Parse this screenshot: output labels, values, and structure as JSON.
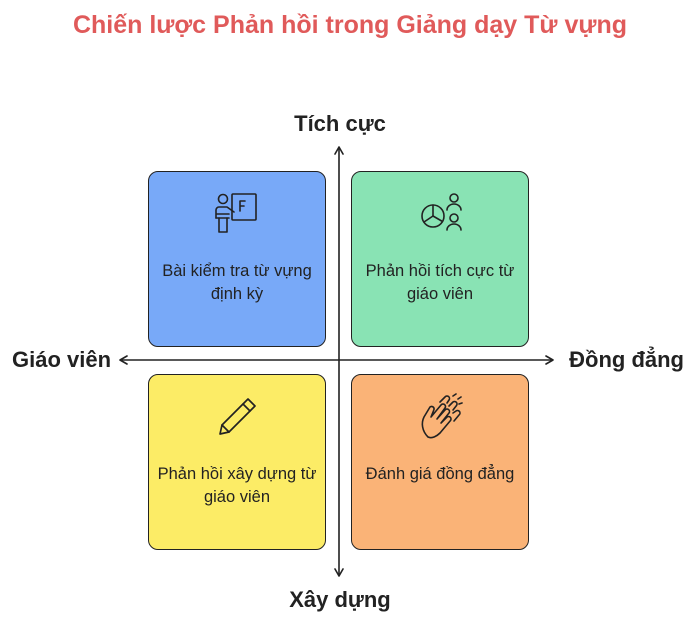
{
  "title": "Chiến lược Phản hồi trong Giảng dạy Từ vựng",
  "axes": {
    "top": "Tích cực",
    "bottom": "Xây dựng",
    "left": "Giáo viên",
    "right": "Đồng đẳng"
  },
  "quadrants": {
    "top_left": {
      "label": "Bài kiểm tra từ vựng định kỳ",
      "icon": "teacher-board-icon",
      "color": "#78a9f8"
    },
    "top_right": {
      "label": "Phản hồi tích cực từ giáo viên",
      "icon": "pie-chart-people-icon",
      "color": "#89e3b4"
    },
    "bottom_left": {
      "label": "Phản hồi xây dựng từ giáo viên",
      "icon": "pencil-icon",
      "color": "#fcec66"
    },
    "bottom_right": {
      "label": "Đánh giá đồng đẳng",
      "icon": "clapping-hands-icon",
      "color": "#fab377"
    }
  }
}
